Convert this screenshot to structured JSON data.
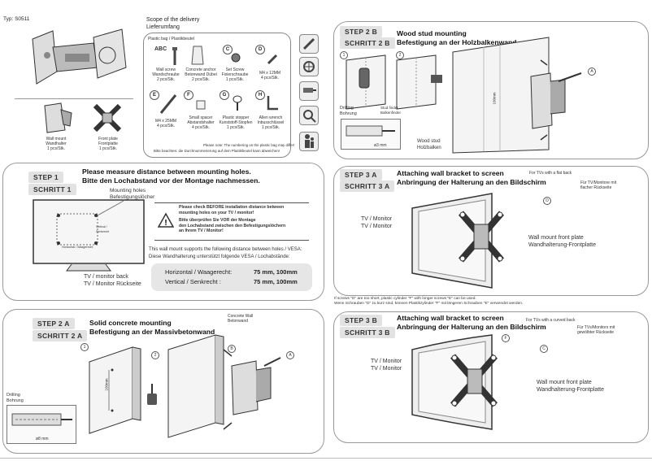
{
  "type_label": "Typ: S0511",
  "scope": {
    "title": "Scope of the delivery",
    "subtitle": "Lieferumfang",
    "bag": "Plastic bag / Plastikbeutel"
  },
  "bracket_items": [
    {
      "name": "Wall mount",
      "de": "Wandhalter",
      "qty": "1 pcs/Stk."
    },
    {
      "name": "Front plate",
      "de": "Frontplatte",
      "qty": "1 pcs/Stk."
    }
  ],
  "parts": [
    {
      "letter": "ABC",
      "l1": "Wall screw",
      "l2": "Wandschraube",
      "l3": "2 pcs/Stk."
    },
    {
      "letter": "",
      "l1": "Concrete anchor",
      "l2": "Betonwand Dübel",
      "l3": "2 pcs/Stk."
    },
    {
      "letter": "C",
      "l1": "Set Screw",
      "l2": "Fixierschraube",
      "l3": "1 pcs/Stk."
    },
    {
      "letter": "D",
      "l1": "M4 x 12MM",
      "l2": "4 pcs/Stk.",
      "l3": ""
    },
    {
      "letter": "E",
      "l1": "M4 x 25MM",
      "l2": "4 pcs/Stk.",
      "l3": ""
    },
    {
      "letter": "F",
      "l1": "Small spacer",
      "l2": "Abstandshalter",
      "l3": "4 pcs/Stk."
    },
    {
      "letter": "G",
      "l1": "Plastic stopper",
      "l2": "Kunststoff-Stopfen",
      "l3": "1 pcs/Stk."
    },
    {
      "letter": "H",
      "l1": "Allen wrench",
      "l2": "Inbusschlüssel",
      "l3": "1 pcs/Stk."
    }
  ],
  "scope_note1": "Please note: The numbering on the plastic bag may differ!",
  "scope_note2": "Bitte beachten: die Durchnummerierung auf dem Plastikbeutel kann abweichen!",
  "step1": {
    "tag": "STEP   1",
    "tag2": "SCHRITT 1",
    "title1": "Please measure distance between mounting holes.",
    "title2": "Bitte den Lochabstand vor der Montage nachmessen.",
    "holes1": "Mounting holes",
    "holes2": "Befestigungslöcher",
    "vertical": "Vertical / Senkrecht",
    "horizontal": "Horizontal / Waagerecht",
    "tvback1": "TV / monitor back",
    "tvback2": "TV / Monitor Rückseite",
    "warn1": "Please check BEFORE installation distance between",
    "warn2": "mounting holes on your TV / monitor!",
    "warn3": "Bitte überprüfen Sie VOR der Montage",
    "warn4": "den Lochabstand zwischen den Befestigungslöchern",
    "warn5": "an Ihrem TV / Monitor!",
    "vesa1": "This wall mount supports the following distance between holes / VESA:",
    "vesa2": "Diese Wandhalterung unterstützt folgende VESA / Lochabstände:",
    "rows": [
      {
        "label": "Horizontal / Waagerecht:",
        "value": "75 mm, 100mm"
      },
      {
        "label": "Vertical / Senkrecht :",
        "value": "75 mm, 100mm"
      }
    ]
  },
  "step2a": {
    "tag": "STEP   2 A",
    "tag2": "SCHRITT 2 A",
    "title1": "Solid concrete mounting",
    "title2": "Befestigung an der Massivbetonwand",
    "wall1": "Concrete Wall",
    "wall2": "Betonwand",
    "drill1": "Drilling",
    "drill2": "Bohrung",
    "size": "ø8  mm",
    "dim": "100mm"
  },
  "step2b": {
    "tag": "STEP  2 B",
    "tag2": "SCHRITT 2 B",
    "title1": "Wood stud mounting",
    "title2": "Befestigung an der Holzbalkenwand",
    "drill1": "Drilling",
    "drill2": "Bohrung",
    "finder1": "Stud finder",
    "finder2": "Balkenfinder",
    "size": "ø3  mm",
    "dim": "100mm",
    "stud1": "Wood stud",
    "stud2": "Holzbalken"
  },
  "step3a": {
    "tag": "STEP  3 A",
    "tag2": "SCHRITT 3 A",
    "title1": "Attaching wall bracket to screen",
    "title2": "Anbringung der Halterung an den Bildschirm",
    "note1": "For TVs with a flat back",
    "note2a": "Für TV/Monitore mit",
    "note2b": "flacher Rückseite",
    "tv1": "TV / Monitor",
    "tv2": "TV / Monitor",
    "plate1": "Wall mount front plate",
    "plate2": "Wandhalterung-Frontplatte"
  },
  "screws_note1": "If screws \"D\" are too short, plastic cylinder \"F\" with longer screws \"E\" can be used.",
  "screws_note2": "Wenn Schrauben \"D\" zu kurz sind,  können Plastikzylinder \"F\" mit längeren Schrauben \"E\" verwendet werden.",
  "step3b": {
    "tag": "STEP  3 B",
    "tag2": "SCHRITT 3 B",
    "title1": "Attaching wall bracket to screen",
    "title2": "Anbringung der Halterung an den Bildschirm",
    "note1": "For TVs with a curved back",
    "note2a": "Für TVs/Monitors mit",
    "note2b": "gewölbter Rückseite",
    "tv1": "TV / Monitor",
    "tv2": "TV / Monitor",
    "plate1": "Wall mount front plate",
    "plate2": "Wandhalterung-Frontplatte"
  },
  "markers": {
    "one": "1",
    "two": "2",
    "a": "A",
    "b": "B",
    "c": "C",
    "d": "D",
    "f": "F"
  }
}
